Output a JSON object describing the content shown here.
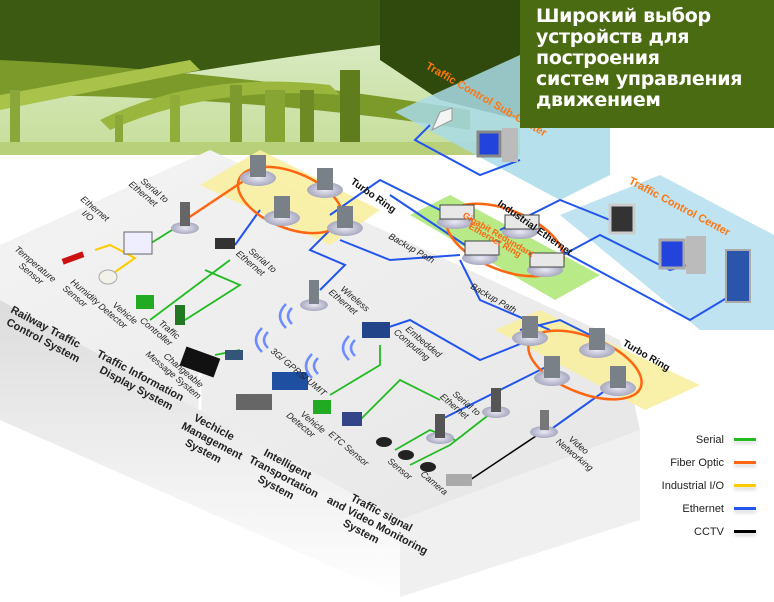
{
  "banner": {
    "title_lines": [
      "Широкий выбор",
      "устройств для",
      "построения",
      "систем управления",
      "движением"
    ],
    "colors": {
      "background": "#4a6b12",
      "text": "#ffffff"
    }
  },
  "zones": {
    "sub_center": "Traffic Control Sub-Center",
    "control_center": "Traffic Control Center",
    "turbo_ring_top": "Turbo Ring",
    "turbo_ring_bottom": "Turbo Ring",
    "industrial_ethernet": "Industrial Ethernet",
    "gigabit_ring_line1": "Gigabit Redundant",
    "gigabit_ring_line2": "Ethernet Ring",
    "backup_path_1": "Backup Path",
    "backup_path_2": "Backup Path"
  },
  "devices": {
    "ethernet_io": [
      "Ethernet",
      "I/O"
    ],
    "serial_to_ethernet_1": [
      "Serial to",
      "Ethernet"
    ],
    "serial_to_ethernet_2": [
      "Serial to",
      "Ethernet"
    ],
    "serial_to_ethernet_3": [
      "Serial to",
      "Ethernet"
    ],
    "temperature_sensor": [
      "Temperature",
      "Sensor"
    ],
    "humidity_sensor": [
      "Humidity",
      "Sensor"
    ],
    "vehicle_detector_1": [
      "Vehicle",
      "Detector"
    ],
    "traffic_controller": [
      "Traffic",
      "Controller"
    ],
    "changeable_message": [
      "Changeable",
      "Message System"
    ],
    "wireless_ethernet": [
      "Wireless",
      "Ethernet"
    ],
    "embedded_computing": [
      "Embedded",
      "Computing"
    ],
    "gprs": "3G/ GPRS/ UMIT",
    "vehicle_detector_2": [
      "Vehicle",
      "Detector"
    ],
    "etc_sensor": "ETC Sensor",
    "sensor": "Sensor",
    "camera": "Camera",
    "video_networking": [
      "Video",
      "Networking"
    ]
  },
  "systems": [
    [
      "Railway Traffic",
      "Control System"
    ],
    [
      "Traffic Information",
      "Display System"
    ],
    [
      "Vechicle",
      "Management",
      "System"
    ],
    [
      "Intelligent",
      "Transportation",
      "System"
    ],
    [
      "Traffic signal",
      "and Video Monitoring",
      "System"
    ]
  ],
  "legend": [
    {
      "label": "Serial",
      "color": "#22bb22"
    },
    {
      "label": "Fiber Optic",
      "color": "#ff6611"
    },
    {
      "label": "Industrial I/O",
      "color": "#ffcc00"
    },
    {
      "label": "Ethernet",
      "color": "#2255ee"
    },
    {
      "label": "CCTV",
      "color": "#000000"
    }
  ]
}
